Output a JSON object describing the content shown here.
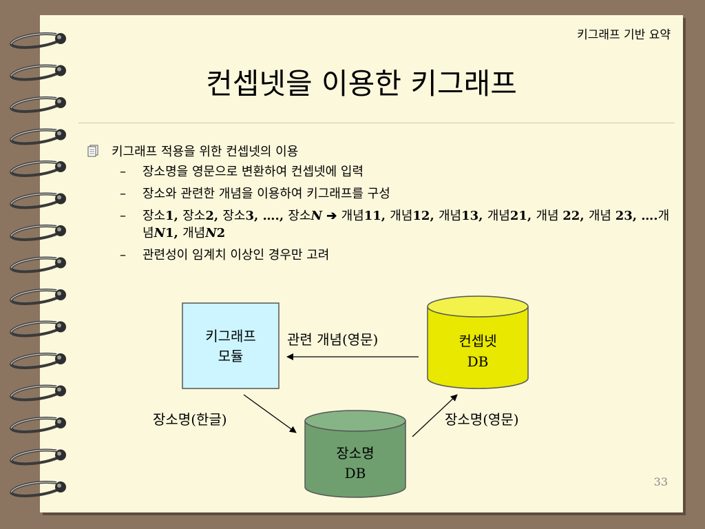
{
  "slide": {
    "header": "키그래프 기반 요약",
    "title": "컨셉넷을 이용한 키그래프",
    "page_number": "33"
  },
  "bullets": {
    "main": "키그래프 적용을 위한 컨셉넷의 이용",
    "sub1": "장소명을 영문으로 변환하여 컨셉넷에 입력",
    "sub2": "장소와 관련한 개념을 이용하여 키그래프를 구성",
    "sub3": {
      "p1": "장소",
      "n1": "1, ",
      "p2": "장소",
      "n2": "2, ",
      "p3": "장소",
      "n3": "3, …., ",
      "p4": "장소",
      "n4": "N",
      "arrow": " ➔ ",
      "c1": "개념",
      "m1": "11, ",
      "c2": "개념",
      "m2": "12, ",
      "c3": "개념",
      "m3": "13, ",
      "c4": "개념",
      "m4": "21, ",
      "c5": "개념 ",
      "m5": "22, ",
      "c6": "개념 ",
      "m6": "23, ….",
      "c7": "개념",
      "m7a": "N",
      "m7b": "1, ",
      "c8": "개념",
      "m8a": "N",
      "m8b": "2"
    },
    "sub4": "관련성이 임계치 이상인 경우만 고려"
  },
  "diagram": {
    "module_line1": "키그래프",
    "module_line2": "모듈",
    "conceptnet_line1": "컨셉넷",
    "conceptnet_line2": "DB",
    "place_line1": "장소명",
    "place_line2": "DB",
    "label_related": "관련 개념(영문)",
    "label_korean": "장소명(한글)",
    "label_english": "장소명(영문)"
  },
  "colors": {
    "page_background": "#fbf8dc",
    "frame_background": "#8b7561",
    "module_fill": "#ccf5ff",
    "conceptnet_fill": "#e8e800",
    "place_fill": "#6f9f6f"
  },
  "icons": {
    "bullet": "notebook-icon",
    "binding": "spiral-binding-icon"
  }
}
